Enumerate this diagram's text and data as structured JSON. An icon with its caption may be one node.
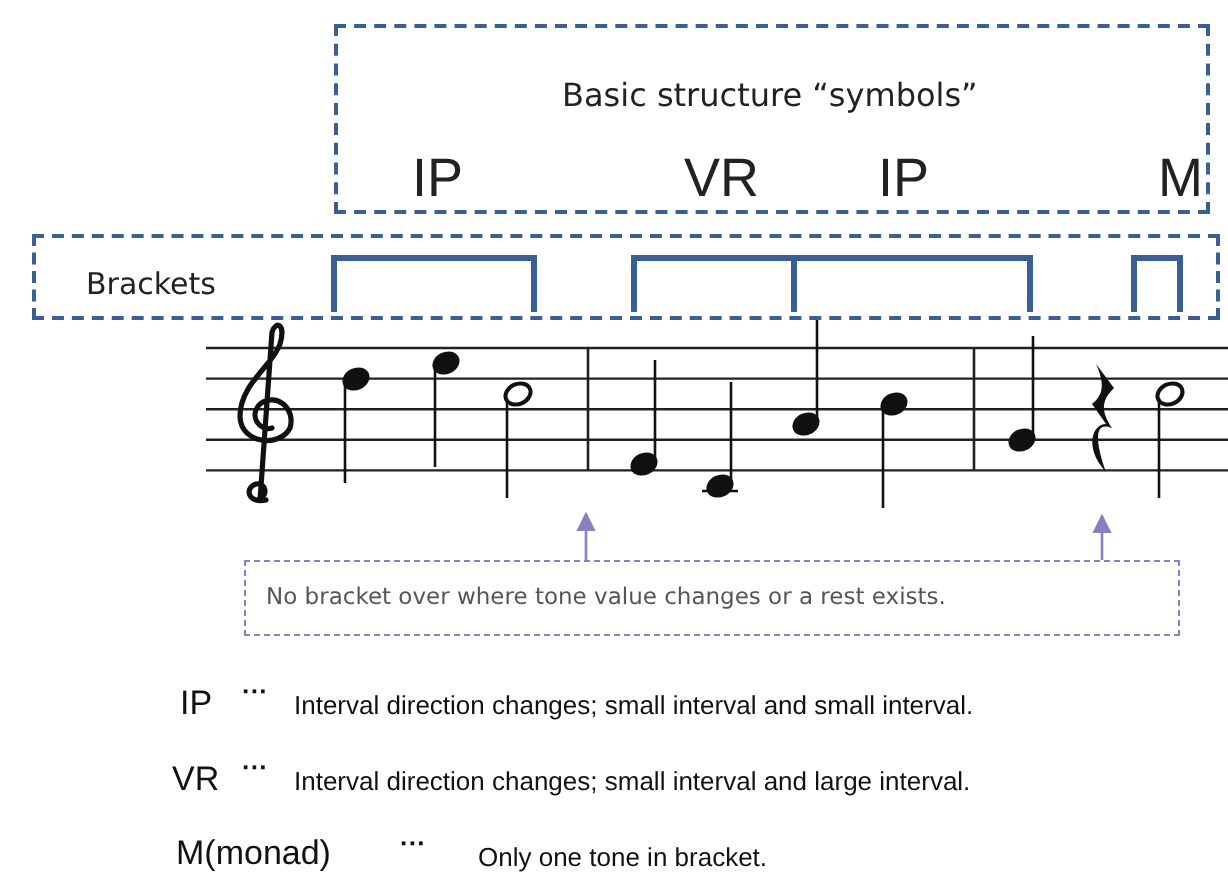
{
  "diagram": {
    "nodes": [
      {
        "text": [
          "Basic structure “symbols”",
          "IP",
          "VR",
          "IP",
          "M"
        ]
      },
      {
        "text": [
          "Brackets"
        ]
      },
      {
        "text": [
          "No bracket over where tone value changes or a rest exists."
        ]
      }
    ],
    "edges": [
      {
        "from": 2,
        "to": null,
        "arrow": "to"
      },
      {
        "from": 2,
        "to": null,
        "arrow": "to"
      }
    ],
    "labels": [
      "IP",
      "···",
      "Interval direction changes; small interval and small interval.",
      "VR",
      "···",
      "Interval direction changes; small interval and large interval.",
      "M(monad)",
      "···",
      "Only one tone in bracket."
    ]
  }
}
